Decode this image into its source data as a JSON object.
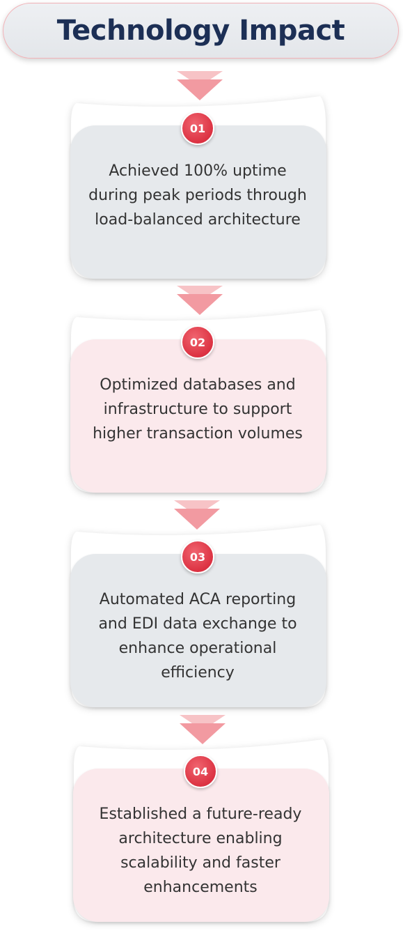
{
  "title": "Technology Impact",
  "colors": {
    "title_text": "#1c2f55",
    "badge": "#dc3242",
    "arrow": "#f4a3a8",
    "card_gray": "#e6e9ec",
    "card_pink": "#fbe9ec",
    "body_text": "#333333"
  },
  "steps": [
    {
      "number": "01",
      "text": "Achieved 100% uptime during peak periods through load-balanced architecture"
    },
    {
      "number": "02",
      "text": "Optimized databases and infrastructure to support higher transaction volumes"
    },
    {
      "number": "03",
      "text": "Automated ACA reporting and EDI data exchange to enhance operational efficiency"
    },
    {
      "number": "04",
      "text": "Established a future-ready architecture enabling scalability and faster enhancements"
    }
  ]
}
